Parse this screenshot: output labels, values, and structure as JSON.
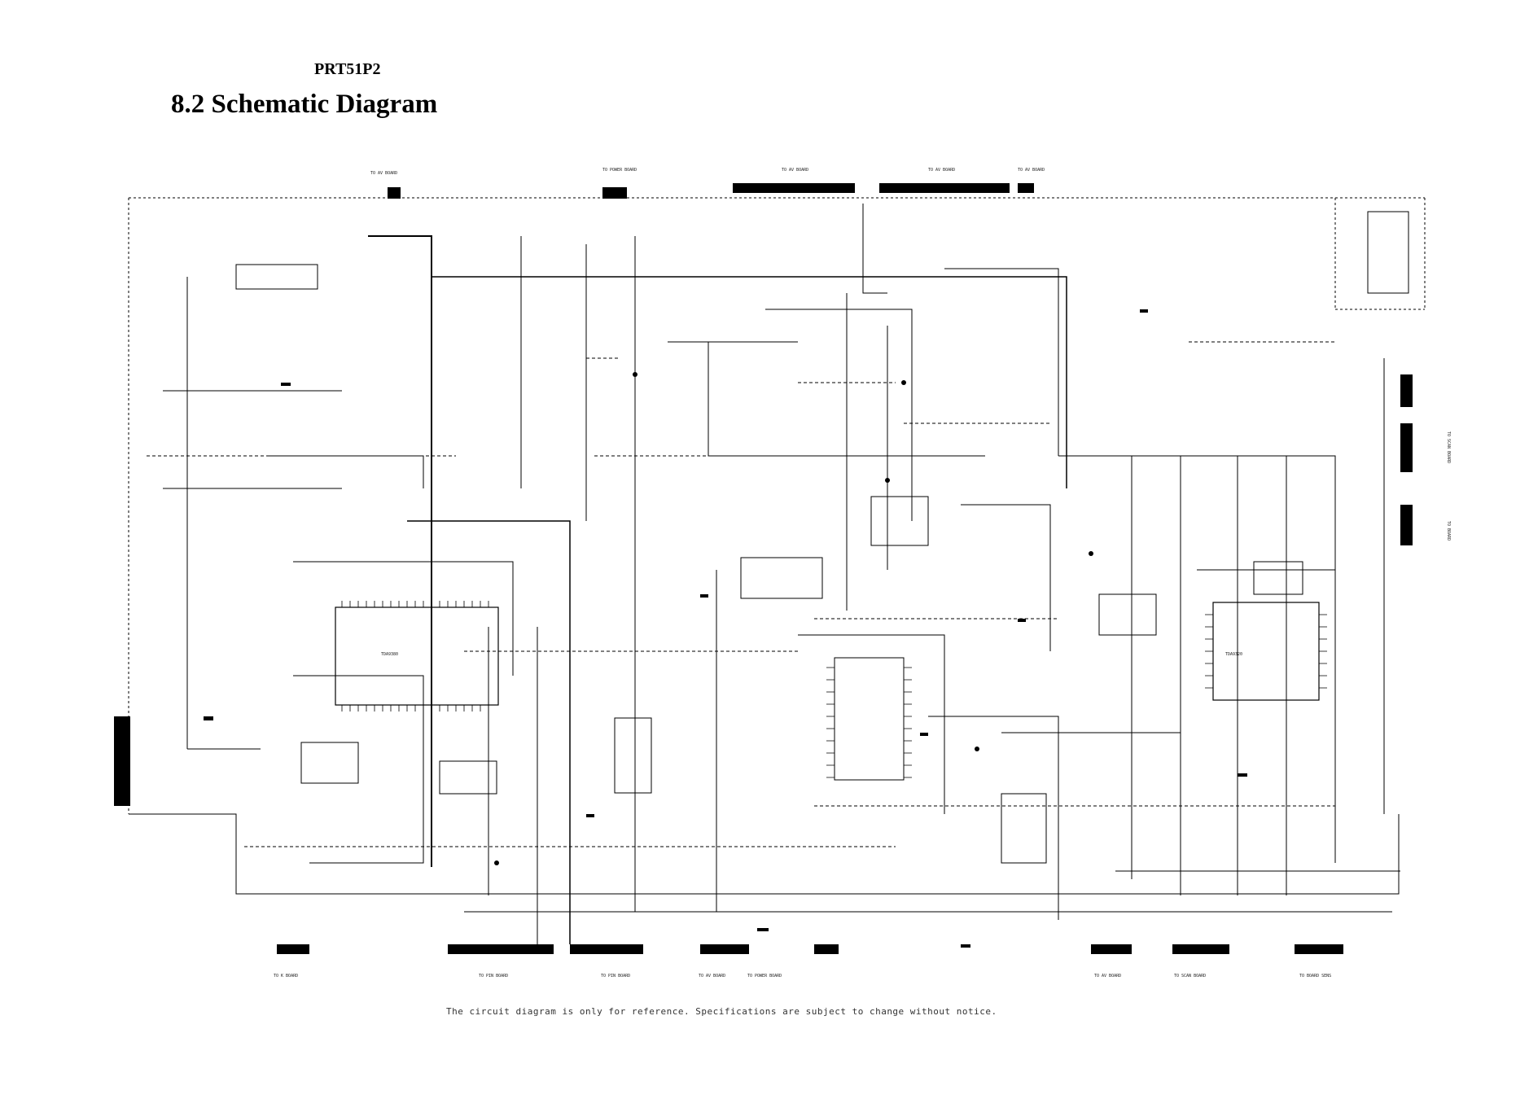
{
  "header": {
    "model": "PRT51P2",
    "title": "8.2 Schematic Diagram"
  },
  "connectors_top": [
    "TO AV BOARD",
    "TO POWER BOARD",
    "TO AV BOARD",
    "TO AV BOARD",
    "TO AV BOARD"
  ],
  "connectors_bottom": [
    "TO K BOARD",
    "TO PIN BOARD",
    "TO PIN BOARD",
    "TO AV BOARD",
    "TO POWER BOARD",
    "TO AV BOARD",
    "TO SCAN BOARD",
    "TO BOARD SENS"
  ],
  "connectors_right": [
    "TO SCAN BOARD",
    "TO BOARD"
  ],
  "ic_labels": {
    "main": "TDA9380",
    "right": "TDA9320"
  },
  "footer": {
    "note": "The circuit diagram is only for reference. Specifications are subject to change without notice."
  }
}
